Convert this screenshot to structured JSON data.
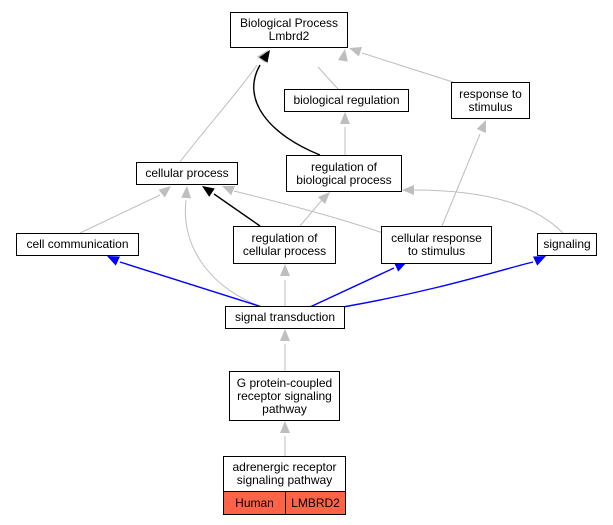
{
  "colors": {
    "edge_default": "#bebebe",
    "edge_black": "#000000",
    "edge_blue": "#0000ff",
    "annotation_fill": "#ff6347"
  },
  "nodes": {
    "bp": "Biological Process\nLmbrd2",
    "breg": "biological regulation",
    "resp": "response to\nstimulus",
    "cp": "cellular process",
    "regbp": "regulation of\nbiological process",
    "cc": "cell communication",
    "regcp": "regulation of\ncellular process",
    "crs": "cellular response\nto stimulus",
    "sig": "signaling",
    "st": "signal transduction",
    "gpcr": "G protein-coupled\nreceptor signaling\npathway",
    "adr": "adrenergic receptor\nsignaling pathway"
  },
  "annotation": {
    "species": "Human",
    "gene": "LMBRD2"
  }
}
